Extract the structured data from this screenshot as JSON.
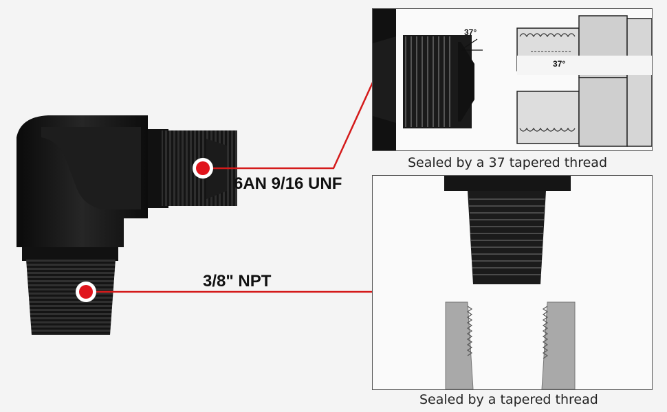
{
  "labels": {
    "thread_top": "6AN 9/16 UNF",
    "thread_bottom": "3/8\" NPT"
  },
  "panels": {
    "top": {
      "caption": "Sealed by a 37 tapered thread",
      "angle_left": "37°",
      "angle_right": "37°"
    },
    "bottom": {
      "caption": "Sealed by a tapered thread"
    }
  },
  "colors": {
    "marker": "#e0141c",
    "fitting": "#151515",
    "pointer_line": "#d41a1a",
    "background": "#f4f4f4"
  }
}
